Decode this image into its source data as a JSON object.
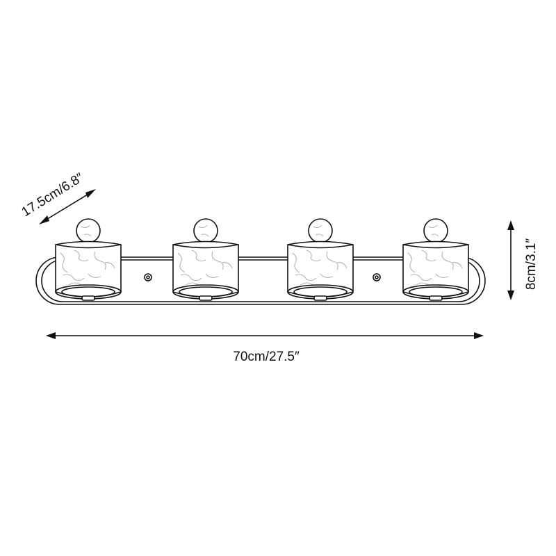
{
  "dimensions": {
    "depth": "17.5cm/6.8″",
    "width": "70cm/27.5″",
    "height": "8cm/3.1″"
  },
  "fixture": {
    "shade_count": 4,
    "shade_material": "marble",
    "line_color": "#111111",
    "vein_color": "#9a9a9a"
  }
}
